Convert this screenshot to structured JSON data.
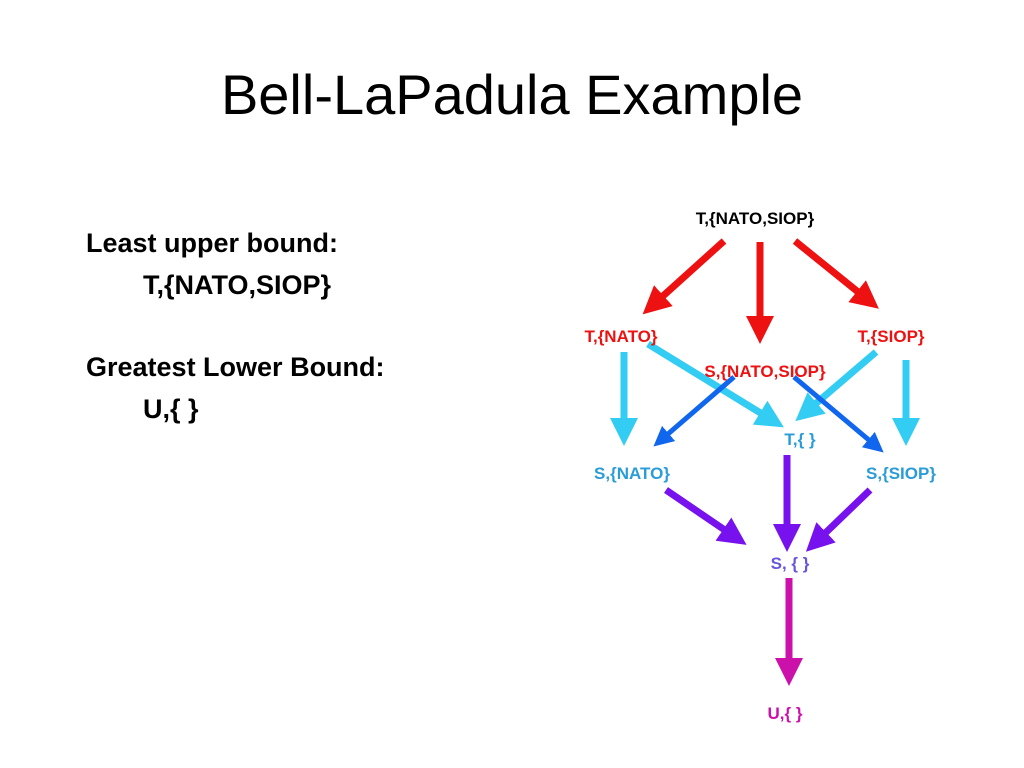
{
  "title": "Bell-LaPadula Example",
  "bullets": {
    "lub_label": "Least upper bound:",
    "lub_value": "T,{NATO,SIOP}",
    "glb_label": "Greatest Lower Bound:",
    "glb_value": "U,{ }"
  },
  "lattice": {
    "nodes": {
      "top": "T,{NATO,SIOP}",
      "t_nato": "T,{NATO}",
      "t_siop": "T,{SIOP}",
      "s_nato_siop": "S,{NATO,SIOP}",
      "t_empty": "T,{ }",
      "s_nato": "S,{NATO}",
      "s_siop": "S,{SIOP}",
      "s_empty": "S, { }",
      "u_empty": "U,{ }"
    },
    "colors": {
      "red": "#ee1111",
      "cyan": "#33ccf2",
      "blue": "#1166ee",
      "violet": "#7711ee",
      "magenta": "#cc11aa",
      "text_black": "#000000",
      "text_blue": "#2a9cd8",
      "text_purple": "#6655dd"
    }
  }
}
